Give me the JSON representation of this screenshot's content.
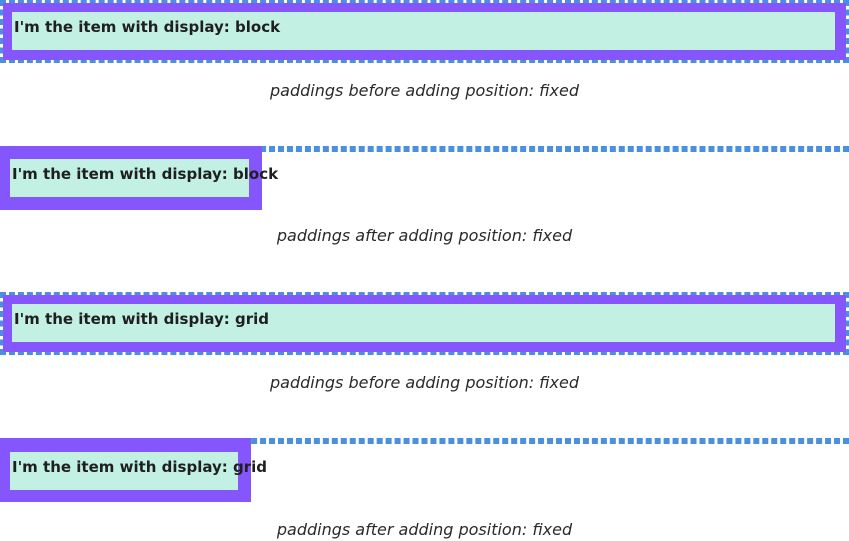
{
  "demos": [
    {
      "item_text": "I'm the item with display: block",
      "caption": "paddings before adding position: fixed"
    },
    {
      "item_text": "I'm the item with display: block",
      "caption": "paddings after adding position: fixed"
    },
    {
      "item_text": "I'm the item with display: grid",
      "caption": "paddings before adding position: fixed"
    },
    {
      "item_text": "I'm the item with display: grid",
      "caption": "paddings after adding position: fixed"
    }
  ],
  "colors": {
    "container_border": "#4a8fe0",
    "padding_fill": "#8456fb",
    "item_fill": "#c2f0e2",
    "text": "#222222"
  }
}
